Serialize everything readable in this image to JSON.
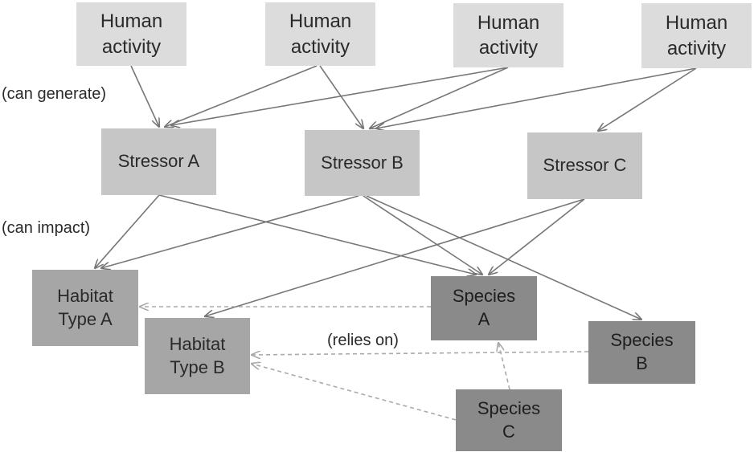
{
  "colors": {
    "activity": "#dcdcdc",
    "stressor": "#c6c6c6",
    "habitat": "#a6a6a6",
    "species": "#8a8a8a",
    "solid_arrow": "#777777",
    "dashed_arrow": "#aaaaaa"
  },
  "nodes": {
    "activity_1": "Human\nactivity",
    "activity_2": "Human\nactivity",
    "activity_3": "Human\nactivity",
    "activity_4": "Human\nactivity",
    "stressor_a": "Stressor A",
    "stressor_b": "Stressor B",
    "stressor_c": "Stressor C",
    "habitat_a": "Habitat\nType A",
    "habitat_b": "Habitat\nType B",
    "species_a": "Species\nA",
    "species_b": "Species\nB",
    "species_c": "Species\nC"
  },
  "labels": {
    "can_generate": "(can generate)",
    "can_impact": "(can impact)",
    "relies_on": "(relies on)"
  },
  "edges": [
    {
      "from": "activity_1",
      "to": "stressor_a",
      "style": "solid"
    },
    {
      "from": "activity_2",
      "to": "stressor_a",
      "style": "solid"
    },
    {
      "from": "activity_2",
      "to": "stressor_b",
      "style": "solid"
    },
    {
      "from": "activity_3",
      "to": "stressor_a",
      "style": "solid"
    },
    {
      "from": "activity_3",
      "to": "stressor_b",
      "style": "solid"
    },
    {
      "from": "activity_4",
      "to": "stressor_b",
      "style": "solid"
    },
    {
      "from": "activity_4",
      "to": "stressor_c",
      "style": "solid"
    },
    {
      "from": "stressor_a",
      "to": "habitat_a",
      "style": "solid"
    },
    {
      "from": "stressor_a",
      "to": "species_a",
      "style": "solid"
    },
    {
      "from": "stressor_b",
      "to": "habitat_a",
      "style": "solid"
    },
    {
      "from": "stressor_b",
      "to": "species_a",
      "style": "solid"
    },
    {
      "from": "stressor_b",
      "to": "species_b",
      "style": "solid"
    },
    {
      "from": "stressor_c",
      "to": "habitat_b",
      "style": "solid"
    },
    {
      "from": "stressor_c",
      "to": "species_a",
      "style": "solid"
    },
    {
      "from": "species_a",
      "to": "habitat_a",
      "style": "dashed"
    },
    {
      "from": "species_b",
      "to": "habitat_b",
      "style": "dashed"
    },
    {
      "from": "species_c",
      "to": "habitat_b",
      "style": "dashed"
    },
    {
      "from": "species_c",
      "to": "species_a",
      "style": "dashed"
    }
  ]
}
